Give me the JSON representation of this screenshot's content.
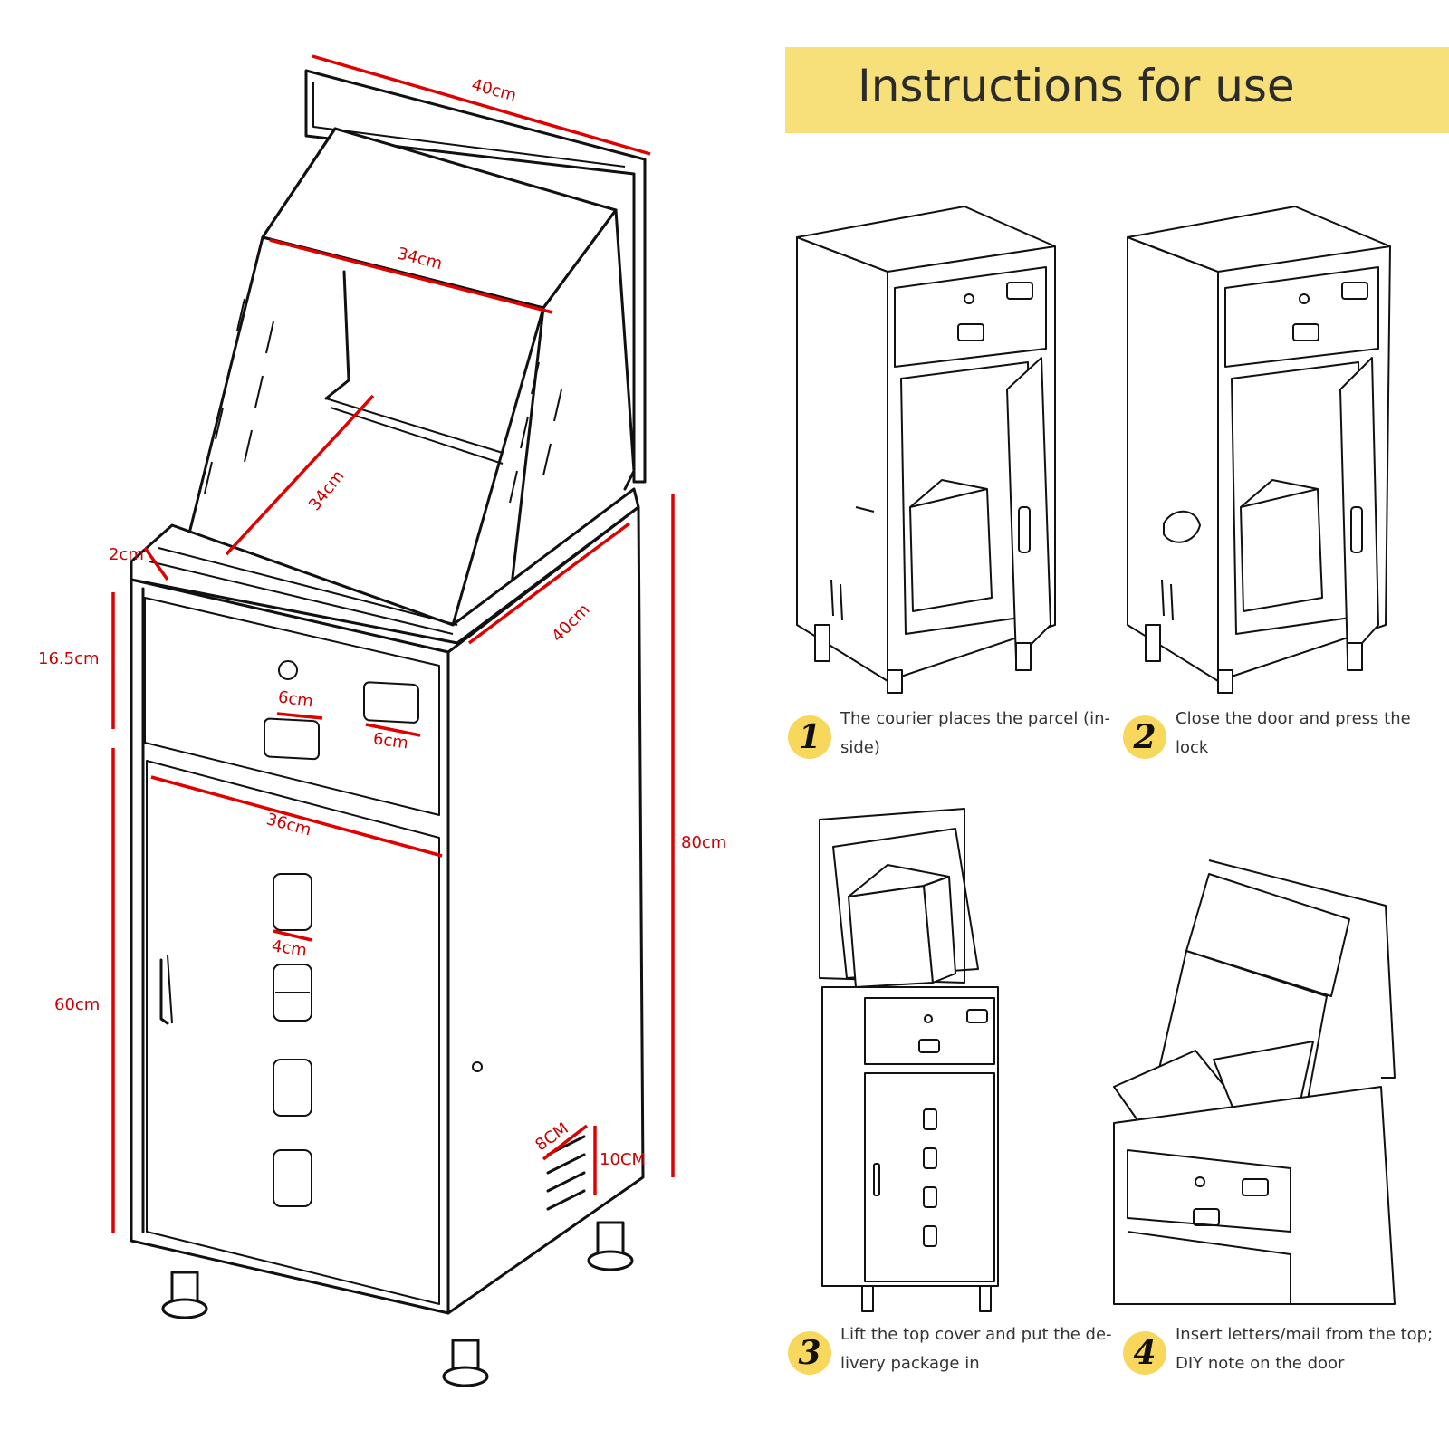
{
  "header": {
    "title": "Instructions for use"
  },
  "dimensions": {
    "top_width": "40cm",
    "chute_width": "34cm",
    "chute_depth": "34cm",
    "lid_thickness": "2cm",
    "upper_height": "16.5cm",
    "top_depth": "40cm",
    "lock_size": "6cm",
    "window_size": "6cm",
    "door_width": "36cm",
    "total_height": "80cm",
    "slot_size": "4cm",
    "lower_height": "60cm",
    "vent_width": "8CM",
    "vent_height": "10CM"
  },
  "steps": [
    {
      "number": "1",
      "text": "The courier places the parcel (in-side)"
    },
    {
      "number": "2",
      "text": "Close the door and press the lock"
    },
    {
      "number": "3",
      "text": "Lift the top cover and put the de-livery package in"
    },
    {
      "number": "4",
      "text": "Insert letters/mail from the top; DIY note on the door"
    }
  ],
  "colors": {
    "banner": "#f7df7a",
    "badge": "#f7d85c",
    "dimension": "#e00000"
  }
}
